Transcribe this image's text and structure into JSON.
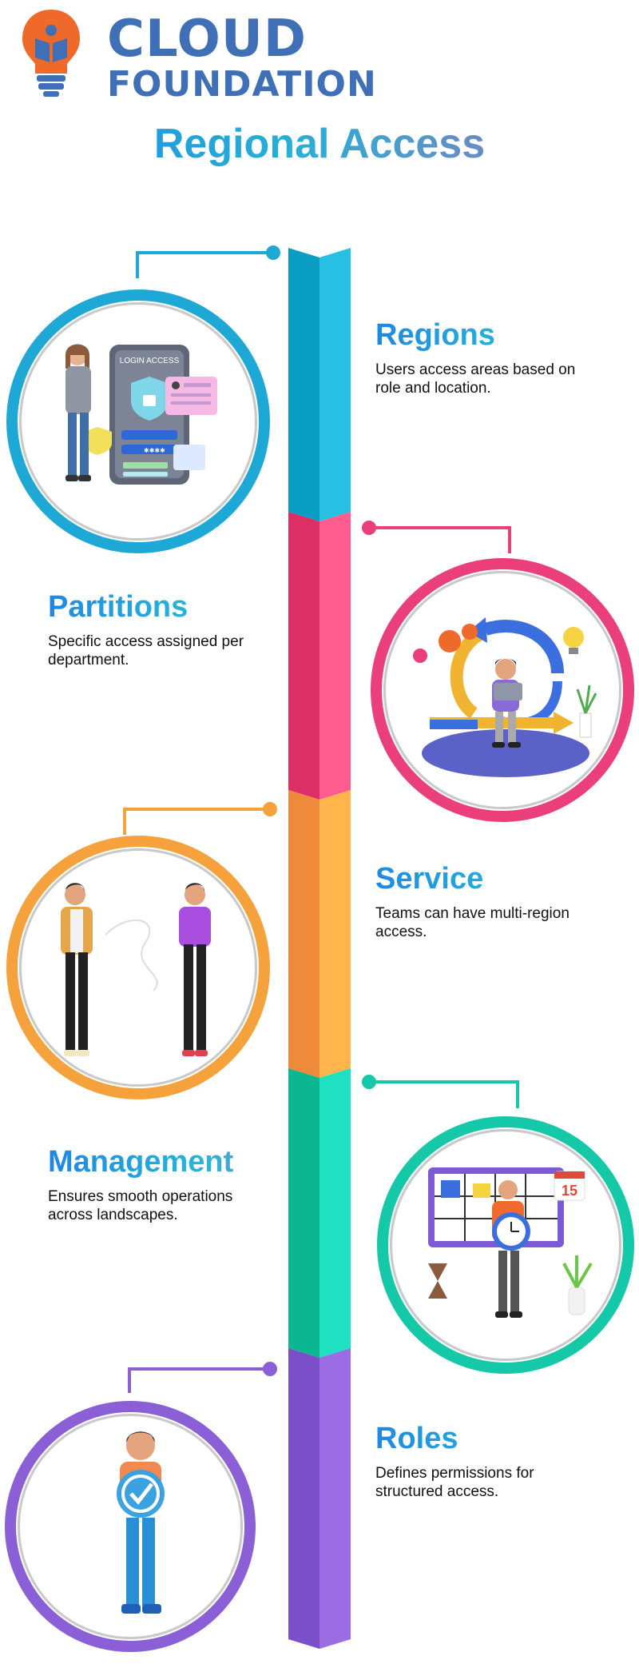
{
  "logo": {
    "line1": "CLOUD",
    "line2": "FOUNDATION",
    "icon": "lightbulb-book-icon"
  },
  "title": "Regional Access",
  "sections": [
    {
      "heading": "Regions",
      "description_lines": [
        "Users access areas based on",
        "role and location."
      ],
      "color": "#1ea8d6",
      "illustration": "login-access-illustration"
    },
    {
      "heading": "Partitions",
      "description_lines": [
        "Specific access assigned per",
        "department."
      ],
      "color": "#ea3f7a",
      "illustration": "workflow-cycle-illustration"
    },
    {
      "heading": "Service",
      "description_lines": [
        "Teams can have multi-region",
        "access."
      ],
      "color": "#f6a23c",
      "illustration": "collaboration-illustration"
    },
    {
      "heading": "Management",
      "description_lines": [
        "Ensures smooth operations",
        "across landscapes."
      ],
      "color": "#15c9a8",
      "illustration": "schedule-clock-illustration"
    },
    {
      "heading": "Roles",
      "description_lines": [
        "Defines permissions for",
        "structured access."
      ],
      "color": "#8b5fd6",
      "illustration": "approved-role-illustration"
    }
  ],
  "calendar_number": "15",
  "login_card_label": "LOGIN ACCESS",
  "password_mask": "✱✱✱✱"
}
